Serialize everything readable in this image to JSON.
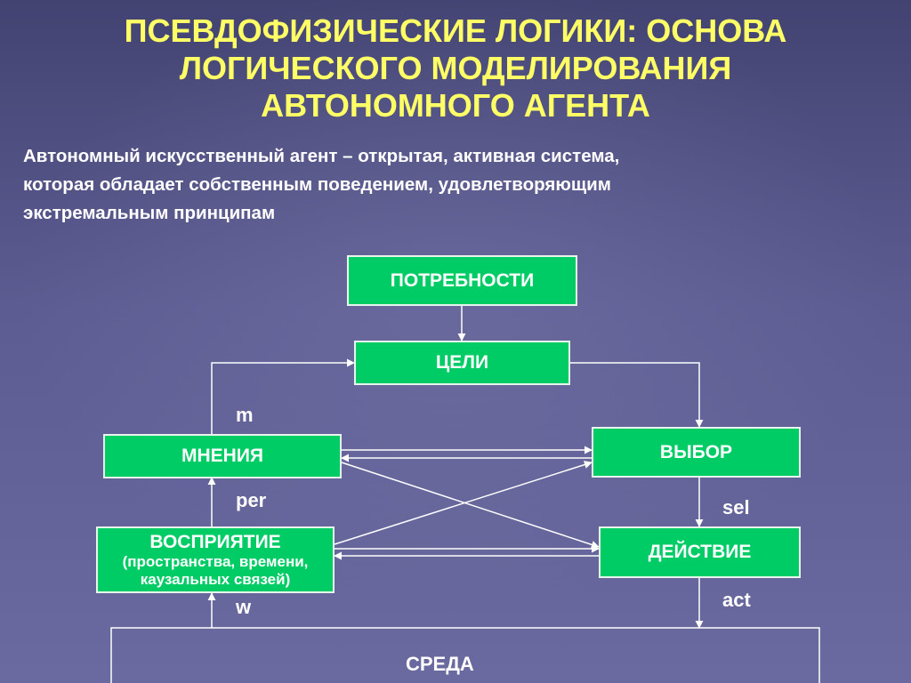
{
  "title": {
    "line1": "ПСЕВДОФИЗИЧЕСКИЕ ЛОГИКИ: ОСНОВА",
    "line2": "ЛОГИЧЕСКОГО МОДЕЛИРОВАНИЯ",
    "line3": "АВТОНОМНОГО АГЕНТА"
  },
  "definition": {
    "line1": "Автономный искусственный агент – открытая, активная система,",
    "line2": "которая обладает собственным поведением, удовлетворяющим",
    "line3": "экстремальным принципам"
  },
  "nodes": {
    "needs": "ПОТРЕБНОСТИ",
    "goals": "ЦЕЛИ",
    "opinions": "МНЕНИЯ",
    "choice": "ВЫБОР",
    "perception": "ВОСПРИЯТИЕ",
    "perception_sub1": "(пространства, времени,",
    "perception_sub2": "каузальных связей)",
    "action": "ДЕЙСТВИЕ",
    "environment": "СРЕДА"
  },
  "edge_labels": {
    "m": "m",
    "per": "per",
    "sel": "sel",
    "w": "w",
    "act": "act"
  },
  "colors": {
    "title": "#ffff66",
    "node_fill": "#00cc66",
    "text": "#ffffff"
  }
}
